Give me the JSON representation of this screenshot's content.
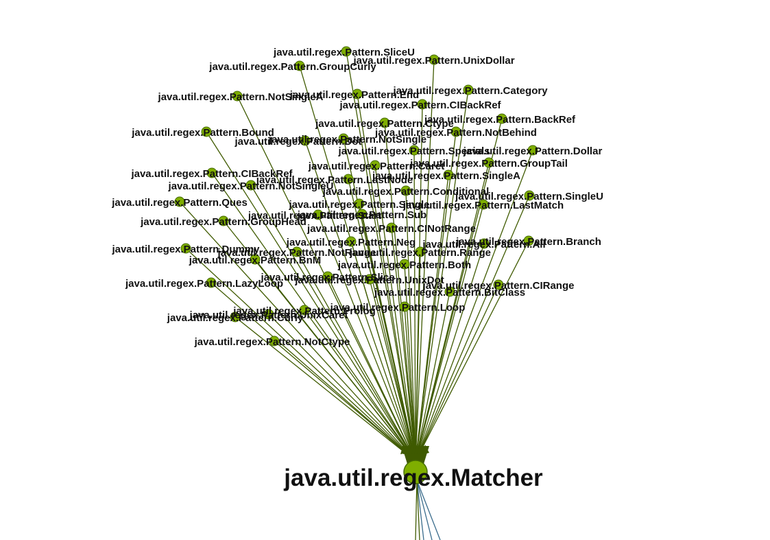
{
  "graph": {
    "hub": {
      "label": "java.util.regex.Matcher"
    },
    "colors": {
      "edge": "#3f5a00",
      "node_fill": "#7fae00",
      "node_stroke": "#456b00",
      "outgoing_edge": "#3a6c8c"
    },
    "nodes": [
      "java.util.regex.Pattern.SliceU",
      "java.util.regex.Pattern.UnixDollar",
      "java.util.regex.Pattern.GroupCurly",
      "java.util.regex.Pattern.Category",
      "java.util.regex.Pattern.NotSingleA",
      "java.util.regex.Pattern.End",
      "java.util.regex.Pattern.CIBackRef",
      "java.util.regex.Pattern.BackRef",
      "java.util.regex.Pattern.Ctype",
      "java.util.regex.Pattern.Bound",
      "java.util.regex.Pattern.NotBehind",
      "java.util.regex.Pattern.NotSingle",
      "java.util.regex.Pattern.Dot",
      "java.util.regex.Pattern.Specials",
      "java.util.regex.Pattern.Dollar",
      "java.util.regex.Pattern.Caret",
      "java.util.regex.Pattern.GroupTail",
      "java.util.regex.Pattern.CIBackRef",
      "java.util.regex.Pattern.LastNode",
      "java.util.regex.Pattern.SingleA",
      "java.util.regex.Pattern.NotSingleU",
      "java.util.regex.Pattern.Conditional",
      "java.util.regex.Pattern.Ques",
      "java.util.regex.Pattern.SingleU",
      "java.util.regex.Pattern.Single",
      "java.util.regex.Pattern.LastMatch",
      "java.util.regex.Pattern.Sub",
      "java.util.regex.Pattern.Start",
      "java.util.regex.Pattern.GroupHead",
      "java.util.regex.Pattern.CINotRange",
      "java.util.regex.Pattern.Neg",
      "java.util.regex.Pattern.Branch",
      "java.util.regex.Pattern.Dummy",
      "java.util.regex.Pattern.All",
      "java.util.regex.Pattern.Range",
      "java.util.regex.Pattern.NotRange",
      "java.util.regex.Pattern.BnM",
      "java.util.regex.Pattern.Both",
      "java.util.regex.Pattern.Slice",
      "java.util.regex.Pattern.UnixDot",
      "java.util.regex.Pattern.LazyLoop",
      "java.util.regex.Pattern.CIRange",
      "java.util.regex.Pattern.BitClass",
      "java.util.regex.Pattern.Loop",
      "java.util.regex.Pattern.Prolog",
      "java.util.regex.Pattern.UnixCaret",
      "java.util.regex.Pattern.Curly",
      "java.util.regex.Pattern.NotCtype"
    ]
  }
}
